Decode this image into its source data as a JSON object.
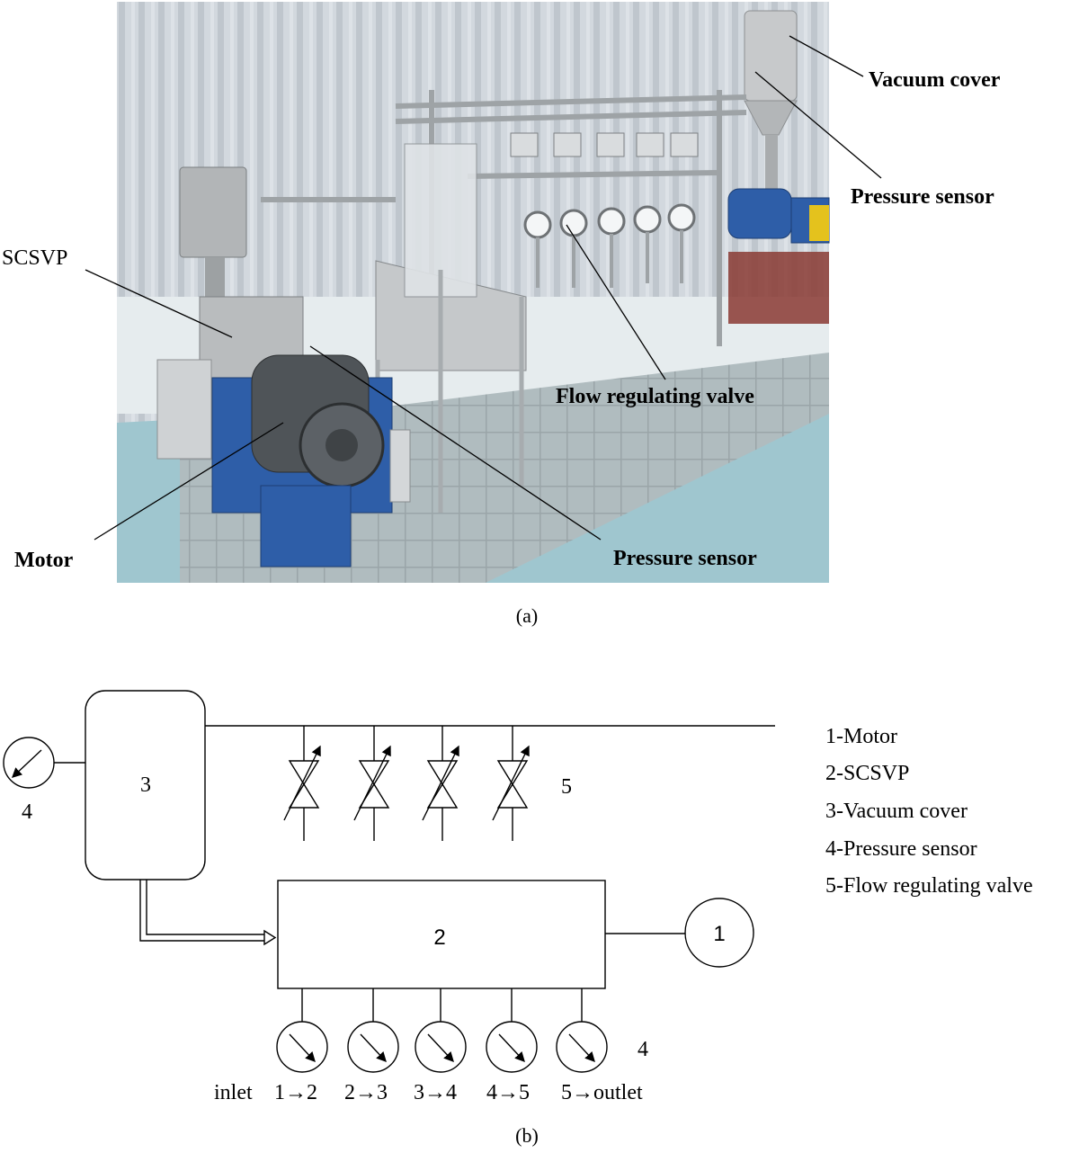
{
  "panel_a": {
    "caption": "(a)",
    "labels": {
      "vacuum_cover": "Vacuum cover",
      "pressure_sensor_top": "Pressure sensor",
      "scsvp": "SCSVP",
      "flow_valve": "Flow regulating valve",
      "motor": "Motor",
      "pressure_sensor_bottom": "Pressure sensor"
    }
  },
  "panel_b": {
    "caption": "(b)",
    "nodes": {
      "motor": "1",
      "pump": "2",
      "vacuum_cover": "3",
      "sensor_left": "4",
      "sensor_right": "4",
      "valves": "5"
    },
    "legend": [
      "1-Motor",
      "2-SCSVP",
      "3-Vacuum cover",
      "4-Pressure sensor",
      "5-Flow regulating valve"
    ],
    "sensor_positions": [
      "inlet",
      "1→2",
      "2→3",
      "3→4",
      "4→5",
      "5→outlet"
    ]
  },
  "colors": {
    "curtain": "#c9d0d6",
    "floor": "#a9b4b8",
    "pump_blue": "#2e5ea8",
    "steel": "#b8bcbf",
    "line": "#000000"
  }
}
